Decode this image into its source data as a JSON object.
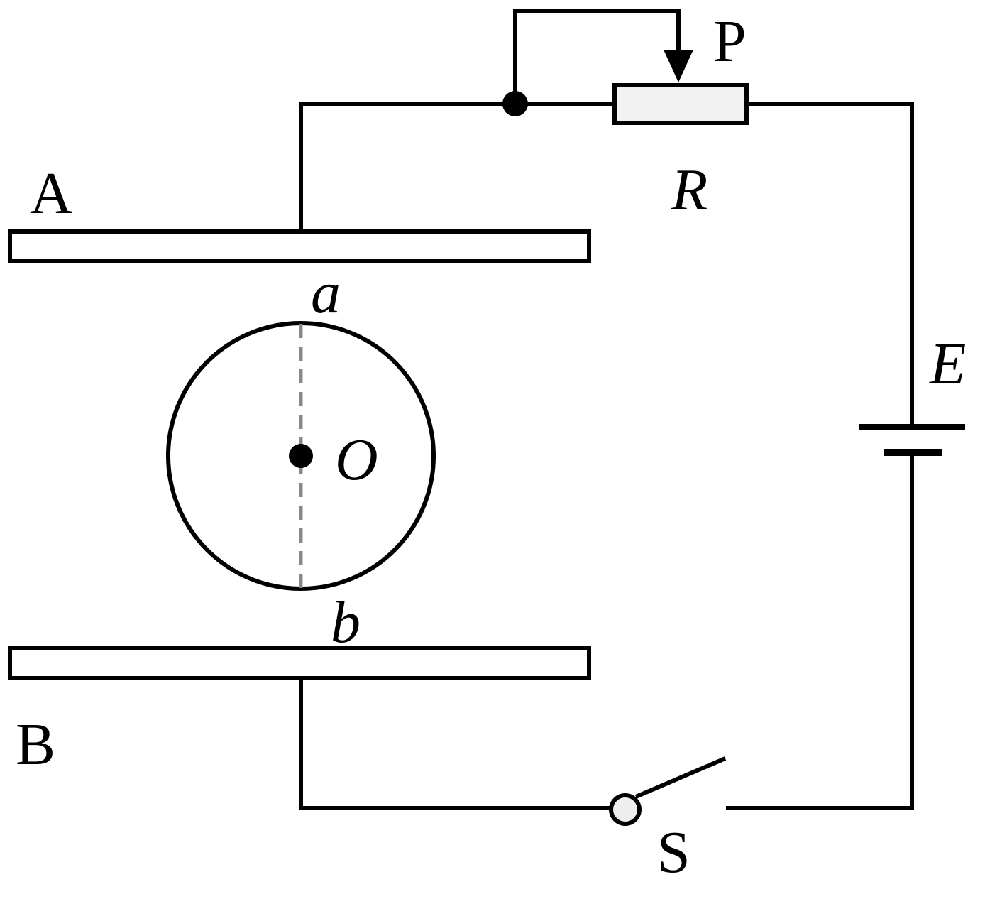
{
  "labels": {
    "plate_top": "A",
    "plate_bottom": "B",
    "slider": "P",
    "resistor": "R",
    "battery": "E",
    "switch": "S",
    "point_top": "a",
    "point_bottom": "b",
    "center": "O"
  },
  "colors": {
    "stroke": "#000000",
    "dashed_diameter": "#888888",
    "resistor_fill": "#f2f2f2",
    "switch_pivot_fill": "#eeeeee",
    "plate_fill": "#ffffff"
  }
}
